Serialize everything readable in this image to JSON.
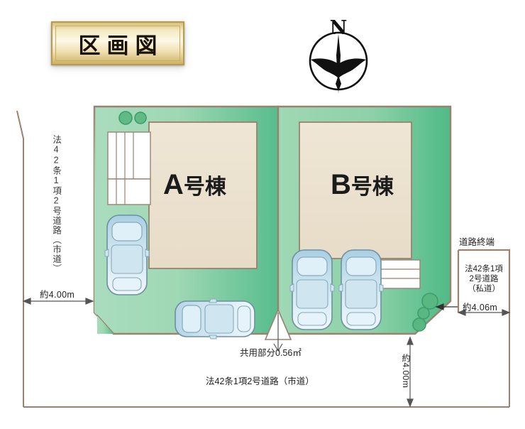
{
  "title": {
    "text": "区画図"
  },
  "compass": {
    "north_label": "N",
    "icon": "compass-bird-north"
  },
  "plots": [
    {
      "id": "A",
      "letter": "A",
      "suffix": "号棟"
    },
    {
      "id": "B",
      "letter": "B",
      "suffix": "号棟"
    }
  ],
  "labels": {
    "left_road_vertical": "法42条1項2号道路（市道）",
    "right_road_end": "道路終端",
    "right_road_line1": "法42条1項",
    "right_road_line2": "2号道路",
    "right_road_line3": "（私道）",
    "bottom_road": "法42条1項2号道路（市道）",
    "shared_area": "共用部分0.56㎡"
  },
  "dimensions": {
    "left_width": "約4.00m",
    "right_width": "約4.06m",
    "bottom_right_height": "約4.00m"
  },
  "colors": {
    "plot_green_dark": "#56bd8b",
    "plot_green_light": "#b7e0c4",
    "building_beige": "#ece2d0",
    "boundary_brown": "#9b8270",
    "car_blue": "#bcd9ea",
    "tree_green": "#5fba86",
    "title_gold": "#e6d49a"
  }
}
